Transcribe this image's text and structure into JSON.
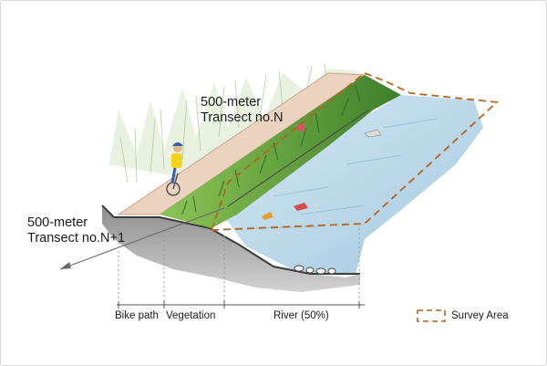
{
  "transect_n": {
    "line1": "500-meter",
    "line2": "Transect no.N"
  },
  "transect_n1": {
    "line1": "500-meter",
    "line2": "Transect no.N+1"
  },
  "zones": {
    "bike_path": "Bike path",
    "vegetation": "Vegetation",
    "river": "River (50%)"
  },
  "legend": {
    "survey_area": "Survey Area"
  },
  "colors": {
    "survey_outline": "#b5651d",
    "water": "#bcd9ea",
    "vegetation": "#5f9e3a",
    "path": "#e9cdb8",
    "soil": "#6b6b6b"
  }
}
